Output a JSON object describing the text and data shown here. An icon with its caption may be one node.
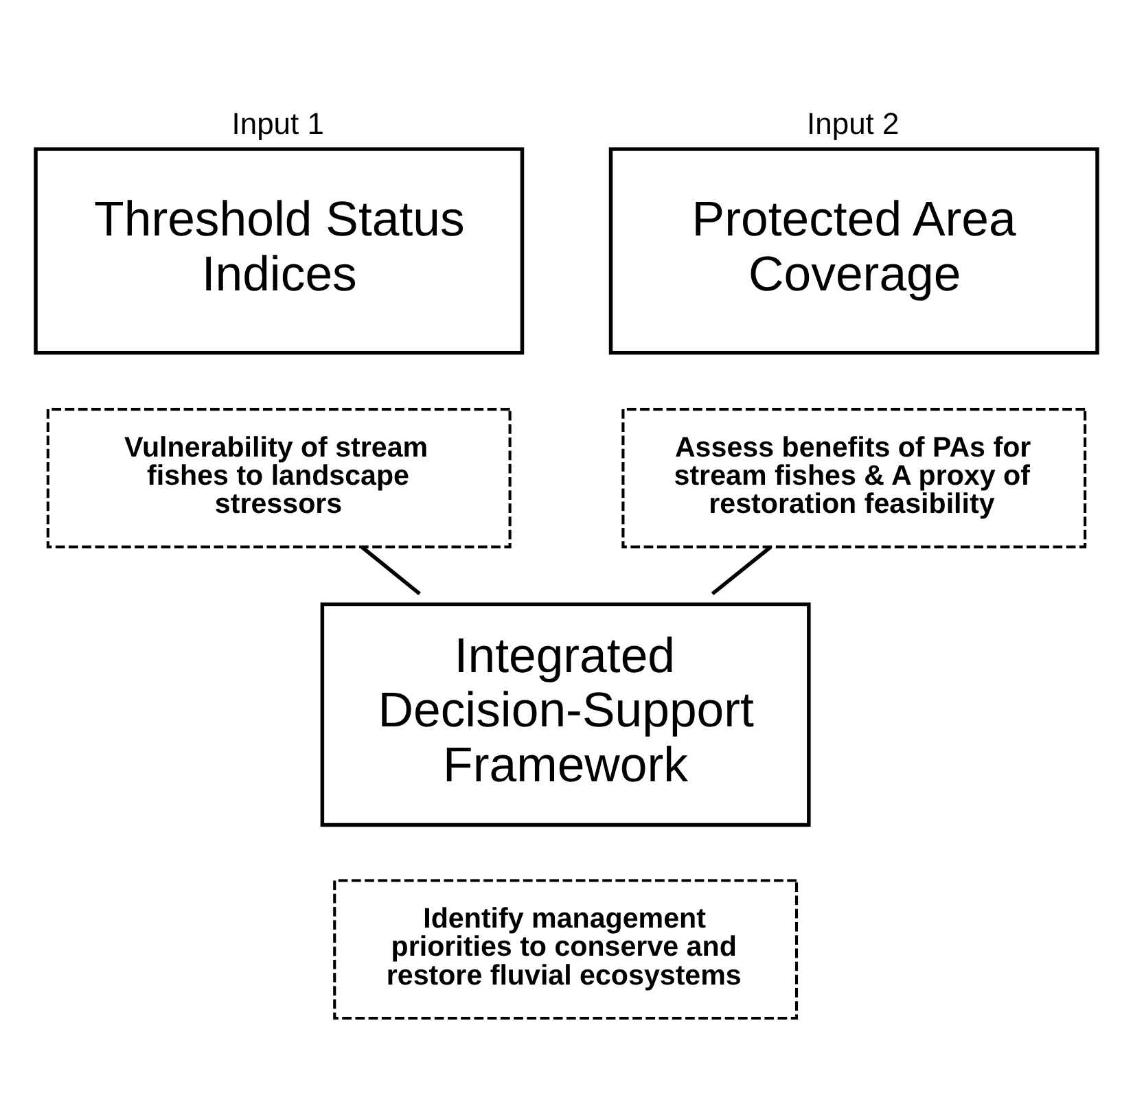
{
  "diagram": {
    "nodes": [
      {
        "text": [
          "Input 1",
          "Threshold Status Indices"
        ]
      },
      {
        "text": [
          "Vulnerability of stream fishes to landscape stressors"
        ]
      },
      {
        "text": [
          "Input 2",
          "Protected Area Coverage"
        ]
      },
      {
        "text": [
          "Assess benefits of PAs for stream fishes & A proxy of restoration feasibility"
        ]
      },
      {
        "text": [
          "Integrated Decision-Support Framework"
        ]
      },
      {
        "text": [
          "Identify management priorities to conserve and restore fluvial ecosystems"
        ]
      }
    ],
    "edges": [
      {
        "from": 1,
        "to": 4,
        "arrow": "none"
      },
      {
        "from": 3,
        "to": 4,
        "arrow": "none"
      }
    ]
  }
}
